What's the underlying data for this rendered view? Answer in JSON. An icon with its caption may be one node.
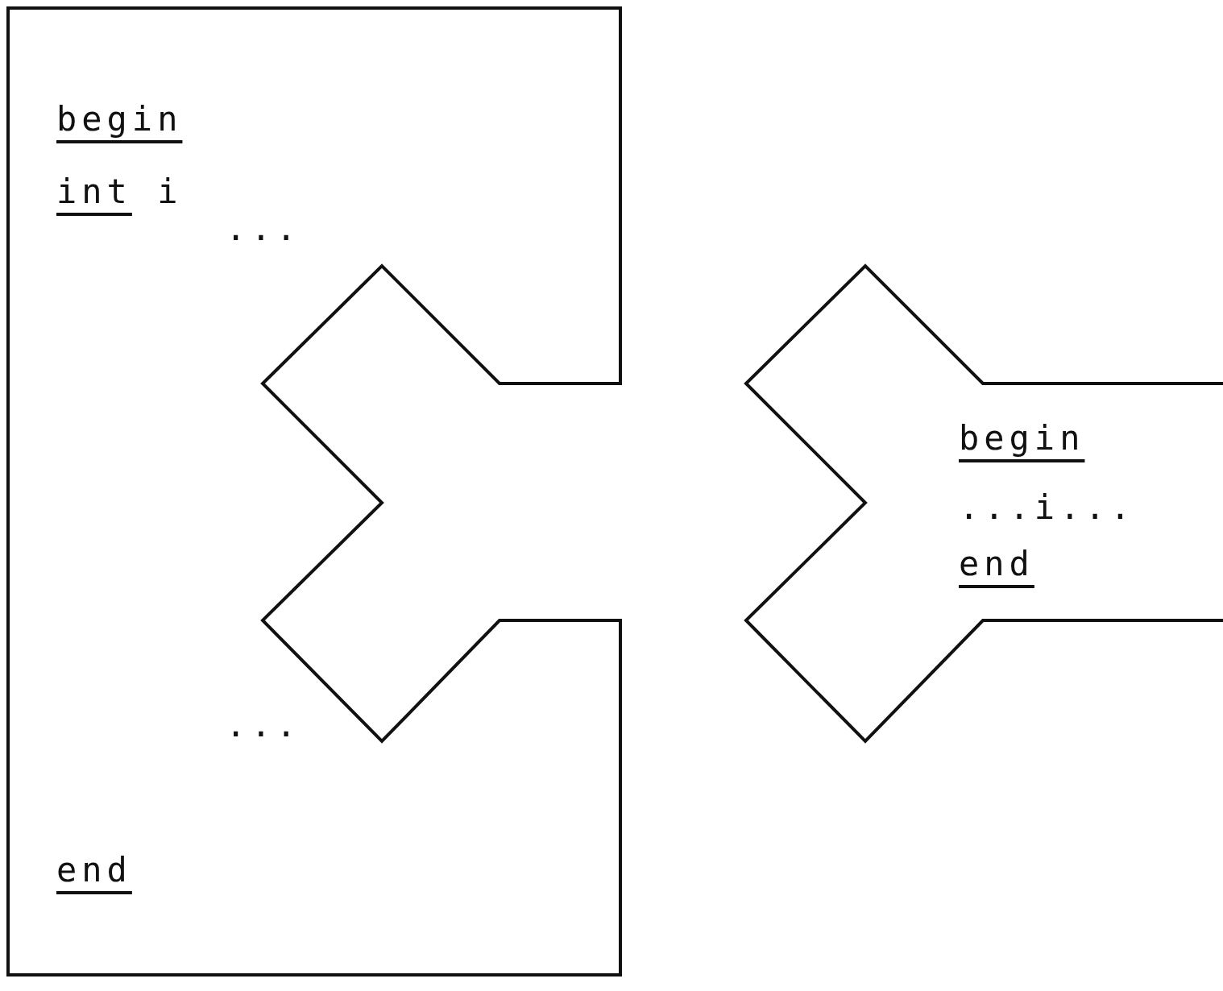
{
  "diagram": {
    "nodes": [
      {
        "text": [
          "begin",
          "int i",
          "...",
          "...",
          "end"
        ]
      },
      {
        "text": [
          "begin",
          "...i...",
          "end"
        ]
      }
    ]
  }
}
